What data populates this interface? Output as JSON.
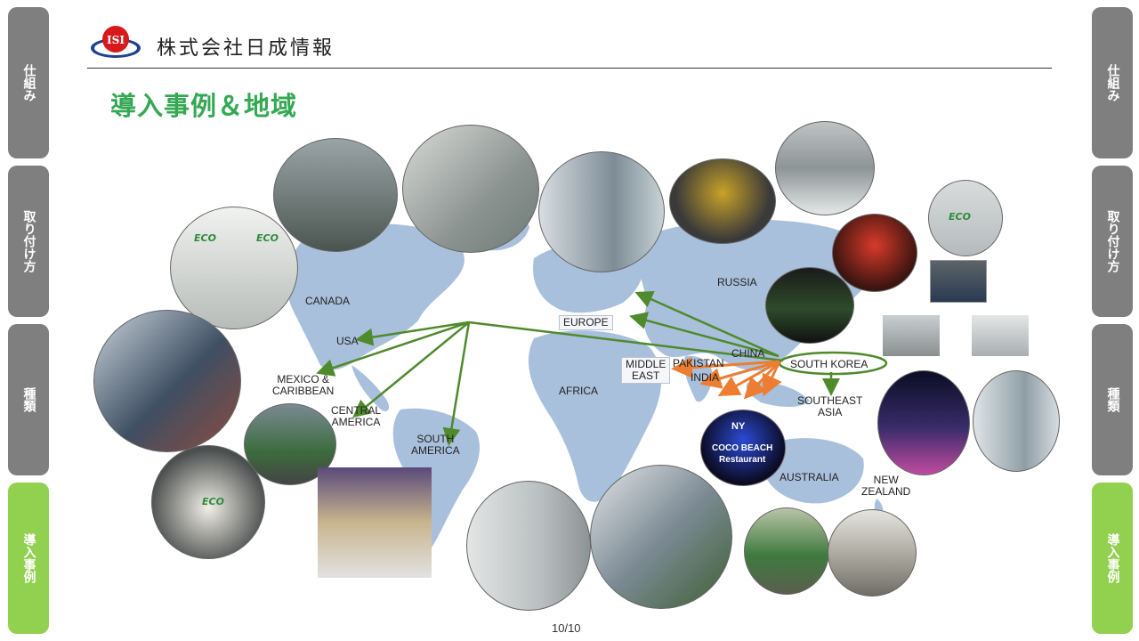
{
  "header": {
    "company_name": "株式会社日成情報",
    "logo_initials": "ISI",
    "title": "導入事例＆地域"
  },
  "nav_left": [
    {
      "label": "仕組み",
      "active": false
    },
    {
      "label": "取り付け方",
      "active": false
    },
    {
      "label": "種類",
      "active": false
    },
    {
      "label": "導入事例",
      "active": true
    }
  ],
  "nav_right": [
    {
      "label": "仕組み",
      "active": false
    },
    {
      "label": "取り付け方",
      "active": false
    },
    {
      "label": "種類",
      "active": false
    },
    {
      "label": "導入事例",
      "active": true
    }
  ],
  "map_labels": {
    "canada": "CANADA",
    "usa": "USA",
    "mexico": "MEXICO &\nCARIBBEAN",
    "central_america": "CENTRAL\nAMERICA",
    "south_america": "SOUTH\nAMERICA",
    "europe": "EUROPE",
    "africa": "AFRICA",
    "middle_east": "MIDDLE\nEAST",
    "pakistan": "PAKISTAN",
    "india": "INDIA",
    "china": "CHINA",
    "russia": "RUSSIA",
    "south_korea": "SOUTH KOREA",
    "southeast_asia": "SOUTHEAST\nASIA",
    "australia": "AUSTRALIA",
    "new_zealand": "NEW\nZEALAND"
  },
  "photo_text": {
    "eco": "ECO",
    "coco_beach": "COCO BEACH\nRestaurant",
    "ny": "NY"
  },
  "colors": {
    "accent_green": "#34a853",
    "tab_gray": "#7f7f7f",
    "tab_active": "#92d050",
    "map_blue": "#a9c0dc",
    "arrow_green": "#4f8a2d",
    "arrow_orange": "#ed7d31"
  },
  "footer": {
    "page_number": "10/10"
  }
}
